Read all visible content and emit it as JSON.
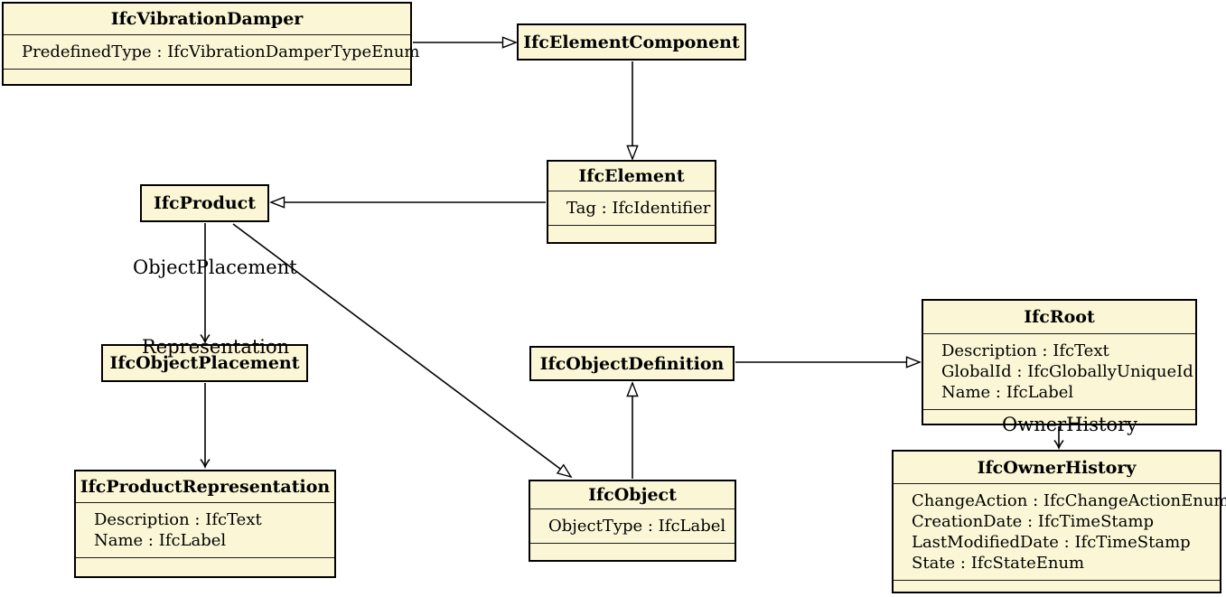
{
  "diagram": {
    "kind": "UML class diagram (IFC schema)",
    "colors": {
      "box_fill": "#FBF7D6",
      "box_border": "#000000",
      "line_color": "#000000",
      "background": "#FFFFFF"
    }
  },
  "classes": {
    "ifcVibrationDamper": {
      "title": "IfcVibrationDamper",
      "attributes": [
        "PredefinedType : IfcVibrationDamperTypeEnum"
      ]
    },
    "ifcElementComponent": {
      "title": "IfcElementComponent",
      "attributes": []
    },
    "ifcElement": {
      "title": "IfcElement",
      "attributes": [
        "Tag : IfcIdentifier"
      ]
    },
    "ifcProduct": {
      "title": "IfcProduct",
      "attributes": []
    },
    "ifcObjectPlacement": {
      "title": "IfcObjectPlacement",
      "attributes": []
    },
    "ifcProductRepresentation": {
      "title": "IfcProductRepresentation",
      "attributes": [
        "Description : IfcText",
        "Name : IfcLabel"
      ]
    },
    "ifcObjectDefinition": {
      "title": "IfcObjectDefinition",
      "attributes": []
    },
    "ifcObject": {
      "title": "IfcObject",
      "attributes": [
        "ObjectType : IfcLabel"
      ]
    },
    "ifcRoot": {
      "title": "IfcRoot",
      "attributes": [
        "Description : IfcText",
        "GlobalId : IfcGloballyUniqueId",
        "Name : IfcLabel"
      ]
    },
    "ifcOwnerHistory": {
      "title": "IfcOwnerHistory",
      "attributes": [
        "ChangeAction : IfcChangeActionEnum",
        "CreationDate : IfcTimeStamp",
        "LastModifiedDate : IfcTimeStamp",
        "State : IfcStateEnum"
      ]
    }
  },
  "edge_labels": {
    "objectPlacement": "ObjectPlacement",
    "representation": "Representation",
    "ownerHistory": "OwnerHistory"
  },
  "relationships": [
    {
      "from": "IfcVibrationDamper",
      "to": "IfcElementComponent",
      "type": "inheritance"
    },
    {
      "from": "IfcElementComponent",
      "to": "IfcElement",
      "type": "inheritance"
    },
    {
      "from": "IfcElement",
      "to": "IfcProduct",
      "type": "inheritance"
    },
    {
      "from": "IfcProduct",
      "to": "IfcObject",
      "type": "inheritance"
    },
    {
      "from": "IfcObject",
      "to": "IfcObjectDefinition",
      "type": "inheritance"
    },
    {
      "from": "IfcObjectDefinition",
      "to": "IfcRoot",
      "type": "inheritance"
    },
    {
      "from": "IfcProduct",
      "to": "IfcObjectPlacement",
      "type": "association",
      "label": "ObjectPlacement"
    },
    {
      "from": "IfcProduct",
      "to": "IfcProductRepresentation",
      "type": "association",
      "label": "Representation"
    },
    {
      "from": "IfcRoot",
      "to": "IfcOwnerHistory",
      "type": "association",
      "label": "OwnerHistory"
    }
  ]
}
